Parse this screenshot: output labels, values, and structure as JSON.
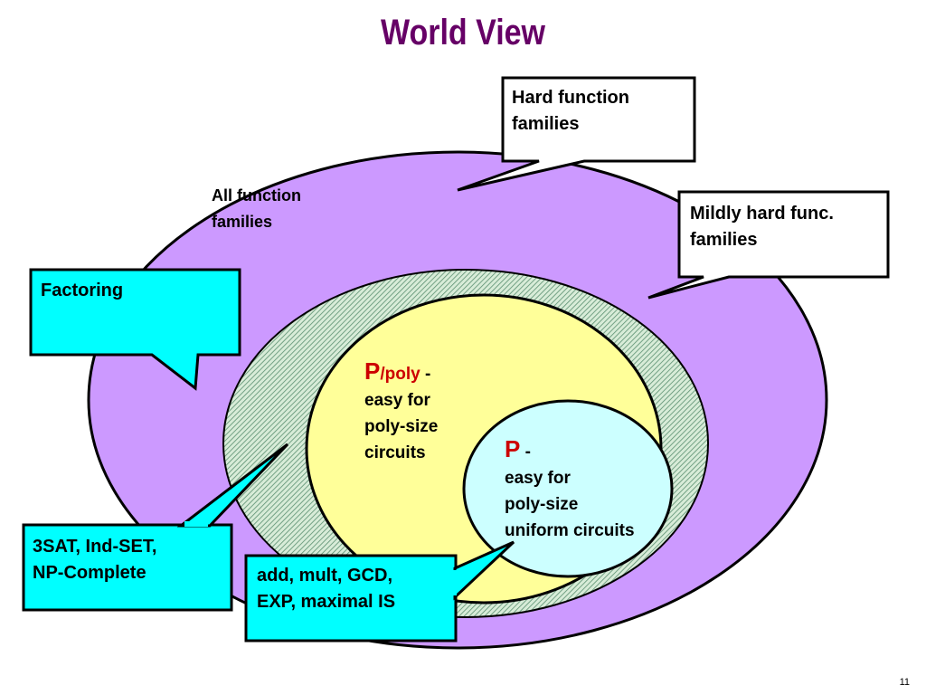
{
  "title": "World View",
  "colors": {
    "title": "#660066",
    "outer_ellipse": "#cc99ff",
    "hatched_ring": "#a8d7bf",
    "yellow_ellipse": "#ffff99",
    "inner_circle": "#ccffff",
    "cyan_callout": "#00ffff",
    "accent_red": "#cc0000"
  },
  "labels": {
    "all_function_line1": "All function",
    "all_function_line2": "families",
    "ppoly_p": "P",
    "ppoly_rest": "/poly",
    "ppoly_dash": " -",
    "ppoly_line2": "easy for",
    "ppoly_line3": "poly-size",
    "ppoly_line4": "circuits",
    "p_p": "P",
    "p_dash": " -",
    "p_line2": "easy for",
    "p_line3": "poly-size",
    "p_line4": "uniform circuits"
  },
  "callouts": {
    "hard_line1": "Hard function",
    "hard_line2": "families",
    "mildly_line1": "Mildly hard func.",
    "mildly_line2": "families",
    "factoring": "Factoring",
    "sat_line1": "3SAT, Ind-SET,",
    "sat_line2": "NP-Complete",
    "add_line1": "add, mult, GCD,",
    "add_line2": "EXP, maximal IS"
  },
  "page_number": "11"
}
